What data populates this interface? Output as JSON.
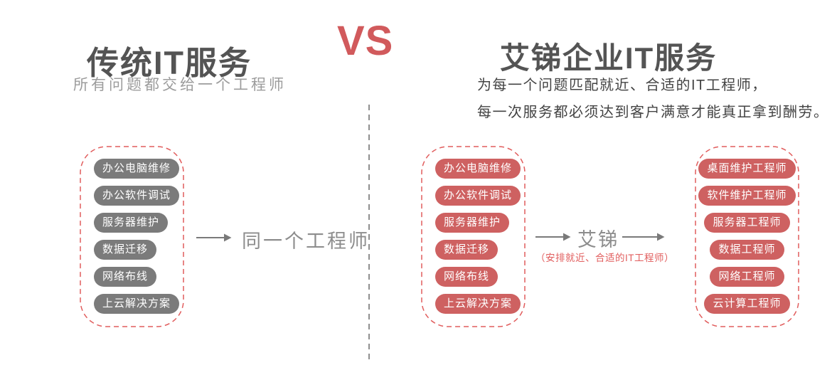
{
  "left": {
    "title": "传统IT服务",
    "subtitle": "所有问题都交给一个工程师",
    "services": [
      "办公电脑维修",
      "办公软件调试",
      "服务器维护",
      "数据迁移",
      "网络布线",
      "上云解决方案"
    ],
    "result_label": "同一个工程师"
  },
  "vs_label": "VS",
  "right": {
    "title": "艾锑企业IT服务",
    "description_line1": "为每一个问题匹配就近、合适的IT工程师，",
    "description_line2": "每一次服务都必须达到客户满意才能真正拿到酬劳。",
    "services": [
      "办公电脑维修",
      "办公软件调试",
      "服务器维护",
      "数据迁移",
      "网络布线",
      "上云解决方案"
    ],
    "broker_label": "艾锑",
    "broker_note": "（安排就近、合适的IT工程师）",
    "engineers": [
      "桌面维护工程师",
      "软件维护工程师",
      "服务器工程师",
      "数据工程师",
      "网络工程师",
      "云计算工程师"
    ]
  },
  "colors": {
    "accent_red": "#d15a5c",
    "pill_red": "#ce6161",
    "pill_gray": "#7b7b7b",
    "border_red": "#e15d5d",
    "title_gray": "#545454",
    "muted_gray": "#9c9c9c",
    "body_gray": "#434343",
    "arrow_gray": "#7a7a7a",
    "label_gray": "#8d8d8d",
    "divider_gray": "#8f8f8f"
  }
}
